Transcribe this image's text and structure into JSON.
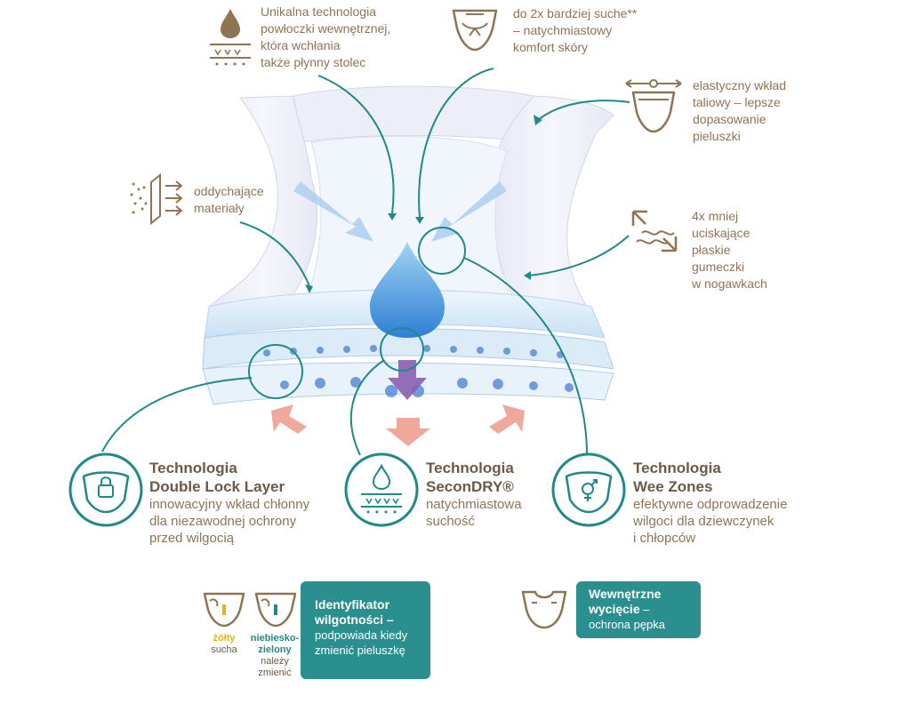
{
  "callouts": {
    "coating": [
      "Unikalna technologia",
      "powłoczki wewnętrznej,",
      "która wchłania",
      "także płynny stolec"
    ],
    "drier": [
      "do 2x bardziej suche**",
      "– natychmiastowy",
      "komfort skóry"
    ],
    "waist": [
      "elastyczny wkład",
      "taliowy – lepsze",
      "dopasowanie",
      "pieluszki"
    ],
    "breathable": [
      "oddychające",
      "materiały"
    ],
    "legs": [
      "4x mniej",
      "uciskające",
      "płaskie",
      "gumeczki",
      "w nogawkach"
    ]
  },
  "technologies": [
    {
      "title1": "Technologia",
      "title2": "Double Lock Layer",
      "desc": [
        "innowacyjny wkład chłonny",
        "dla niezawodnej ochrony",
        "przed wilgocią"
      ]
    },
    {
      "title1": "Technologia",
      "title2": "SeconDRY®",
      "desc": [
        "natychmiastowa",
        "suchość"
      ]
    },
    {
      "title1": "Technologia",
      "title2": "Wee Zones",
      "desc": [
        "efektywne odprowadzenie",
        "wilgoci dla dziewczynek",
        "i chłopców"
      ]
    }
  ],
  "indicator": {
    "yellow": "żółty",
    "dry": "sucha",
    "bluegreen1": "niebiesko-",
    "bluegreen2": "zielony",
    "change1": "należy",
    "change2": "zmienić",
    "title1": "Identyfikator",
    "title2": "wilgotności –",
    "desc1": "podpowiada kiedy",
    "desc2": "zmienić pieluszkę"
  },
  "cutout": {
    "title1": "Wewnętrzne",
    "title2": "wycięcie",
    "dash": " –",
    "desc": "ochrona pępka"
  },
  "colors": {
    "gold": "#8f7453",
    "teal": "#1f8a88",
    "pill": "#2a8f8e",
    "yellow": "#e3b21c"
  }
}
